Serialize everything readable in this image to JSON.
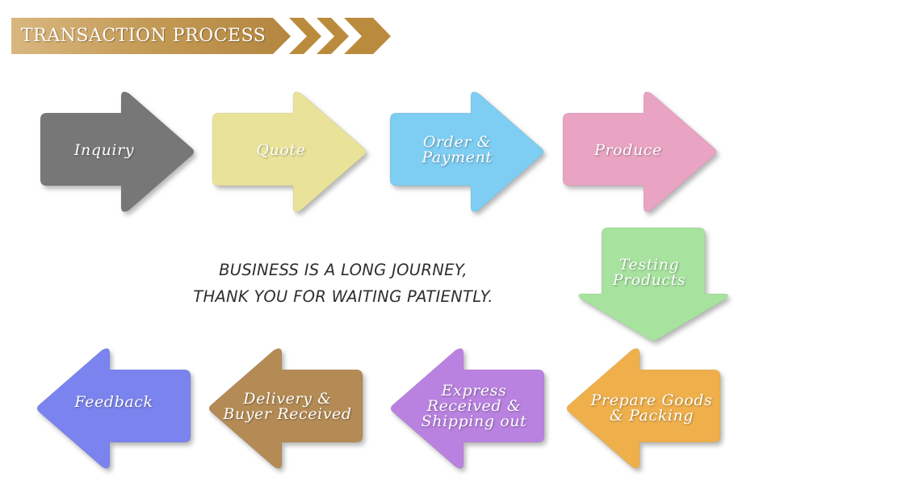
{
  "header": {
    "title": "TRANSACTION PROCESS",
    "colors": {
      "bar": "#c9a360",
      "chevron": "#b9893a"
    }
  },
  "slogan": {
    "line1": "BUSINESS IS A LONG JOURNEY,",
    "line2": "THANK YOU FOR WAITING PATIENTLY."
  },
  "steps": [
    {
      "id": "inquiry",
      "label": "Inquiry",
      "color": "#777777",
      "direction": "right"
    },
    {
      "id": "quote",
      "label": "Quote",
      "color": "#e9e299",
      "direction": "right"
    },
    {
      "id": "order-payment",
      "label": "Order &\nPayment",
      "color": "#7ecdf2",
      "direction": "right"
    },
    {
      "id": "produce",
      "label": "Produce",
      "color": "#e9a3c3",
      "direction": "right"
    },
    {
      "id": "testing-products",
      "label": "Testing\nProducts",
      "color": "#a7e39f",
      "direction": "down"
    },
    {
      "id": "prepare-goods-packing",
      "label": "Prepare Goods\n& Packing",
      "color": "#efb04c",
      "direction": "left"
    },
    {
      "id": "express-received-shipping-out",
      "label": "Express\nReceived &\nShipping out",
      "color": "#b982e0",
      "direction": "left"
    },
    {
      "id": "delivery-buyer-received",
      "label": "Delivery &\nBuyer Received",
      "color": "#b48b55",
      "direction": "left"
    },
    {
      "id": "feedback",
      "label": "Feedback",
      "color": "#7b84ee",
      "direction": "left"
    }
  ]
}
